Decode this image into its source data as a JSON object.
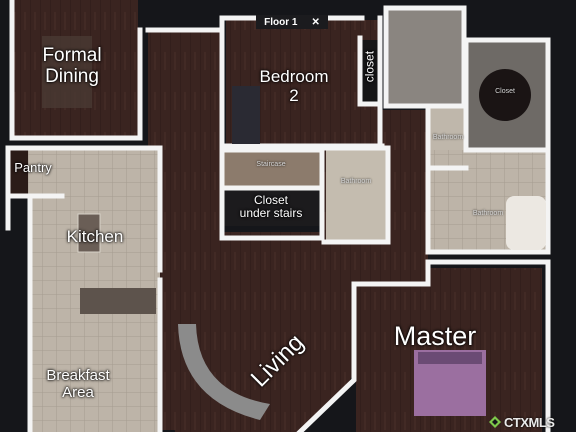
{
  "floor_label": "Floor 1",
  "close_symbol": "✕",
  "rooms": {
    "formal_dining": "Formal\nDining",
    "bedroom2": "Bedroom\n2",
    "closet_vertical": "closet",
    "closet_master": "Closet",
    "pantry": "Pantry",
    "kitchen": "Kitchen",
    "staircase": "Staircase",
    "bathroom_hall": "Bathroom",
    "bathroom_master_small": "Bathroom",
    "bathroom_master": "Bathroom",
    "closet_under_stairs": "Closet\nunder stairs",
    "living": "Living",
    "master": "Master",
    "breakfast_area": "Breakfast\nArea"
  },
  "watermark": "CTXMLS",
  "colors": {
    "background": "#15161a",
    "wall": "#f4f4f4",
    "wood_floor": "#3a2420",
    "tile_floor": "#bdb4a8",
    "accent_mls": "#7fc94b"
  }
}
